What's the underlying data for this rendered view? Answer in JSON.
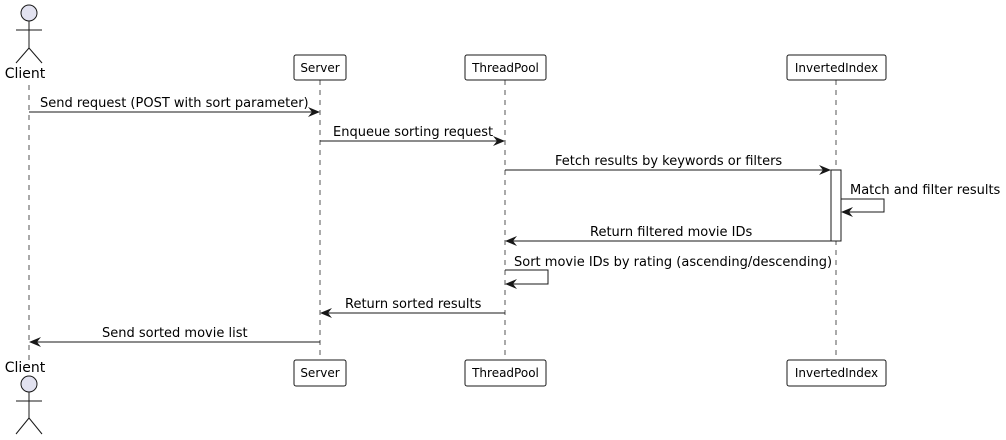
{
  "diagram": {
    "type": "sequence",
    "participants": [
      {
        "id": "client",
        "label": "Client",
        "kind": "actor"
      },
      {
        "id": "server",
        "label": "Server",
        "kind": "participant"
      },
      {
        "id": "threadpool",
        "label": "ThreadPool",
        "kind": "participant"
      },
      {
        "id": "invertedindex",
        "label": "InvertedIndex",
        "kind": "participant"
      }
    ],
    "messages": [
      {
        "from": "client",
        "to": "server",
        "label": "Send request (POST with sort parameter)"
      },
      {
        "from": "server",
        "to": "threadpool",
        "label": "Enqueue sorting request"
      },
      {
        "from": "threadpool",
        "to": "invertedindex",
        "label": "Fetch results by keywords or filters"
      },
      {
        "from": "invertedindex",
        "to": "invertedindex",
        "label": "Match and filter results"
      },
      {
        "from": "invertedindex",
        "to": "threadpool",
        "label": "Return filtered movie IDs"
      },
      {
        "from": "threadpool",
        "to": "threadpool",
        "label": "Sort movie IDs by rating (ascending/descending)"
      },
      {
        "from": "threadpool",
        "to": "server",
        "label": "Return sorted results"
      },
      {
        "from": "server",
        "to": "client",
        "label": "Send sorted movie list"
      }
    ],
    "colors": {
      "actor_fill": "#E2E2F0",
      "line": "#181818",
      "box_fill": "#FFFFFF",
      "lifeline": "#555555"
    }
  }
}
